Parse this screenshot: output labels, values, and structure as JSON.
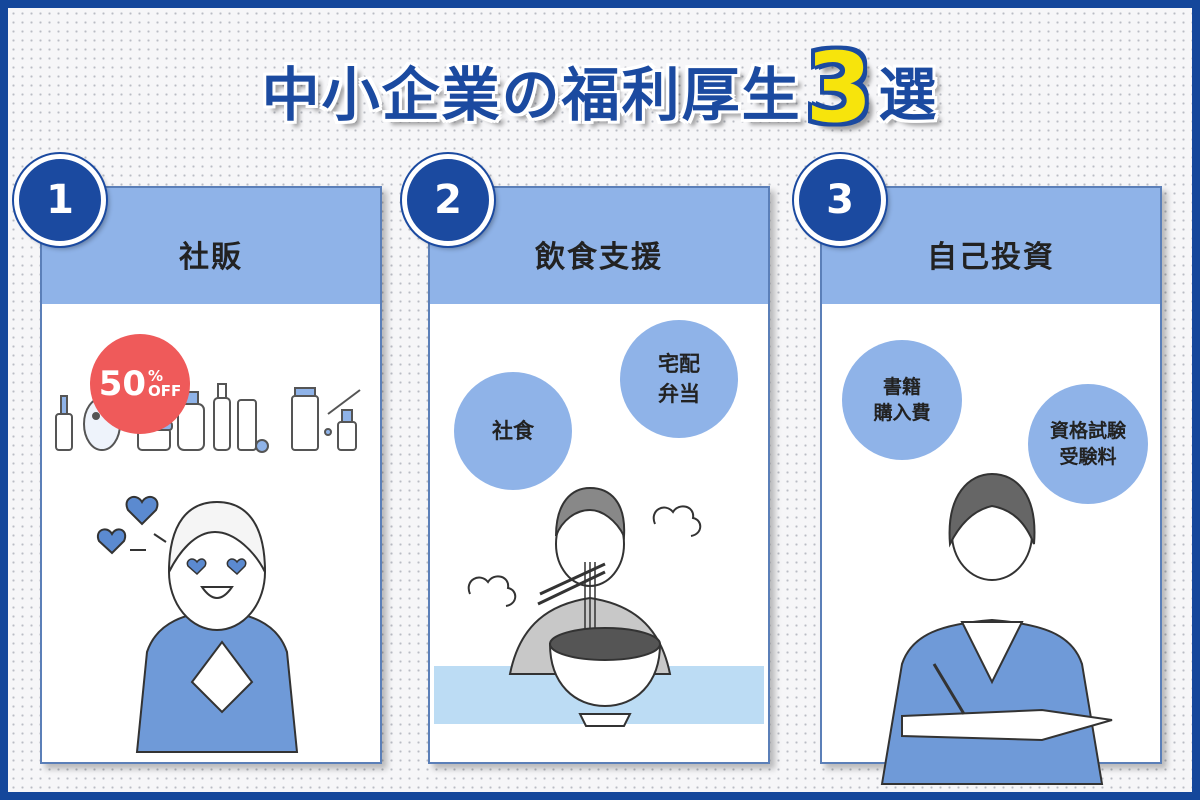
{
  "title": {
    "main": "中小企業の福利厚生",
    "number": "3",
    "suffix": "選"
  },
  "colors": {
    "brand_blue": "#1b4aa0",
    "card_header": "#8fb3e8",
    "accent_yellow": "#f7e40c",
    "sale_red": "#ef5a5a"
  },
  "cards": [
    {
      "number": "1",
      "label": "社販",
      "sale": {
        "value": "50",
        "unit_top": "%",
        "unit_bottom": "OFF"
      }
    },
    {
      "number": "2",
      "label": "飲食支援",
      "bubbles": [
        {
          "text": "社食"
        },
        {
          "text": "宅配\n弁当"
        }
      ]
    },
    {
      "number": "3",
      "label": "自己投資",
      "bubbles": [
        {
          "text": "書籍\n購入費"
        },
        {
          "text": "資格試験\n受験料"
        }
      ]
    }
  ],
  "icons": [
    "cosmetics-icon",
    "happy-woman-illustration",
    "man-eating-noodles-illustration",
    "woman-studying-illustration"
  ]
}
